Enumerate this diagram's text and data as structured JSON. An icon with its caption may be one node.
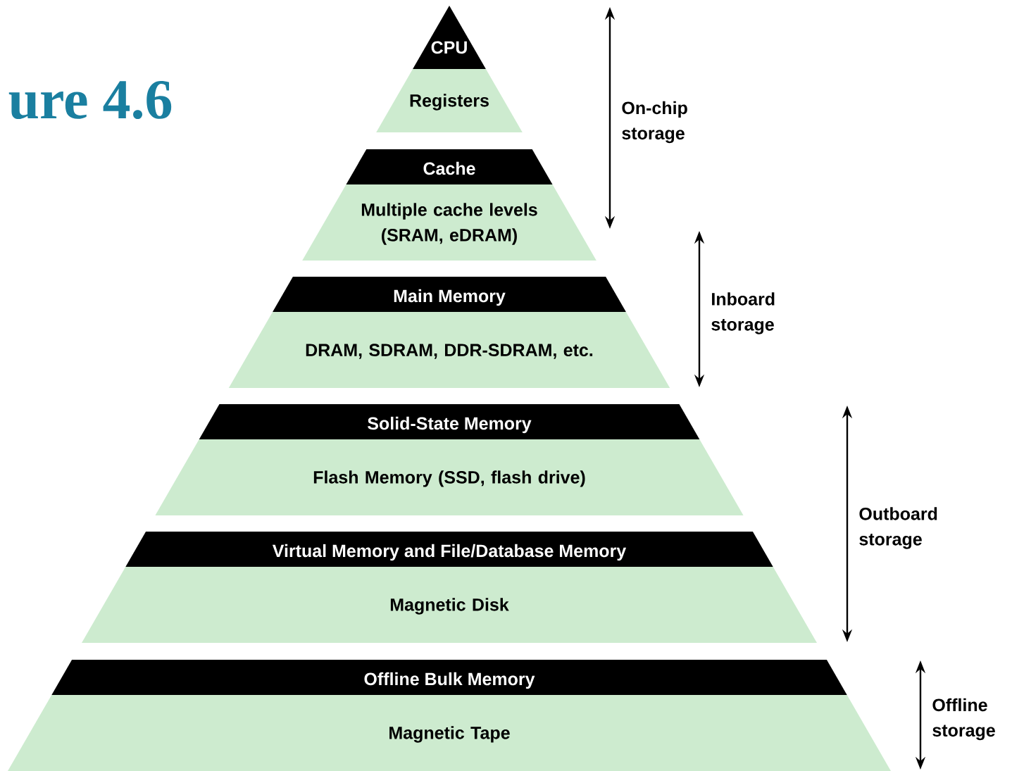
{
  "diagram": {
    "title": "ure 4.6",
    "nodes": [
      {
        "text": [
          "CPU",
          "Registers"
        ]
      },
      {
        "text": [
          "Cache",
          "Multiple cache levels (SRAM, eDRAM)"
        ]
      },
      {
        "text": [
          "Main Memory",
          "DRAM, SDRAM, DDR-SDRAM, etc."
        ]
      },
      {
        "text": [
          "Solid-State Memory",
          "Flash Memory (SSD, flash drive)"
        ]
      },
      {
        "text": [
          "Virtual Memory and File/Database Memory",
          "Magnetic Disk"
        ]
      },
      {
        "text": [
          "Offline Bulk Memory",
          "Magnetic Tape"
        ]
      }
    ],
    "edges": [],
    "labels": [
      "On-chip storage",
      "Inboard storage",
      "Outboard storage",
      "Offline storage"
    ]
  }
}
